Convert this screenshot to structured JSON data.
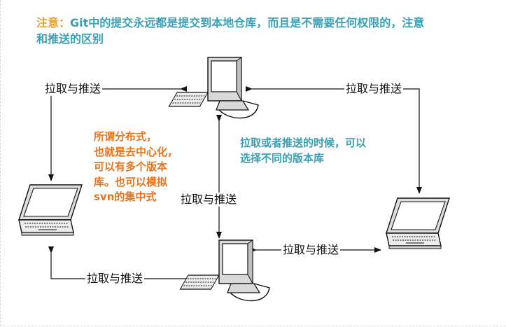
{
  "note": {
    "lead": "注意：",
    "body": "Git中的提交永远都是提交到本地仓库，而且是不需要任何权限的，注意和推送的区别"
  },
  "connections": {
    "top_left": "拉取与推送",
    "top_right": "拉取与推送",
    "center": "拉取与推送",
    "bottom_left": "拉取与推送",
    "bottom_right": "拉取与推送"
  },
  "annotations": {
    "orange_lines": [
      "所谓分布式，",
      "也就是去中心化，",
      "可以有多个版本",
      "库。也可以模拟",
      "svn的集中式"
    ],
    "blue_lines": [
      "拉取或者推送的时候，可以",
      "选择不同的版本库"
    ]
  },
  "colors": {
    "note_lead": "#e6a23c",
    "note_body": "#3aa0b3",
    "orange_text": "#e8741e",
    "blue_text": "#3aa0b3",
    "line": "#111111"
  },
  "icons": {
    "top_computer": "desktop-computer-icon",
    "bottom_computer": "desktop-computer-icon",
    "left_laptop": "laptop-icon",
    "right_laptop": "laptop-icon"
  }
}
